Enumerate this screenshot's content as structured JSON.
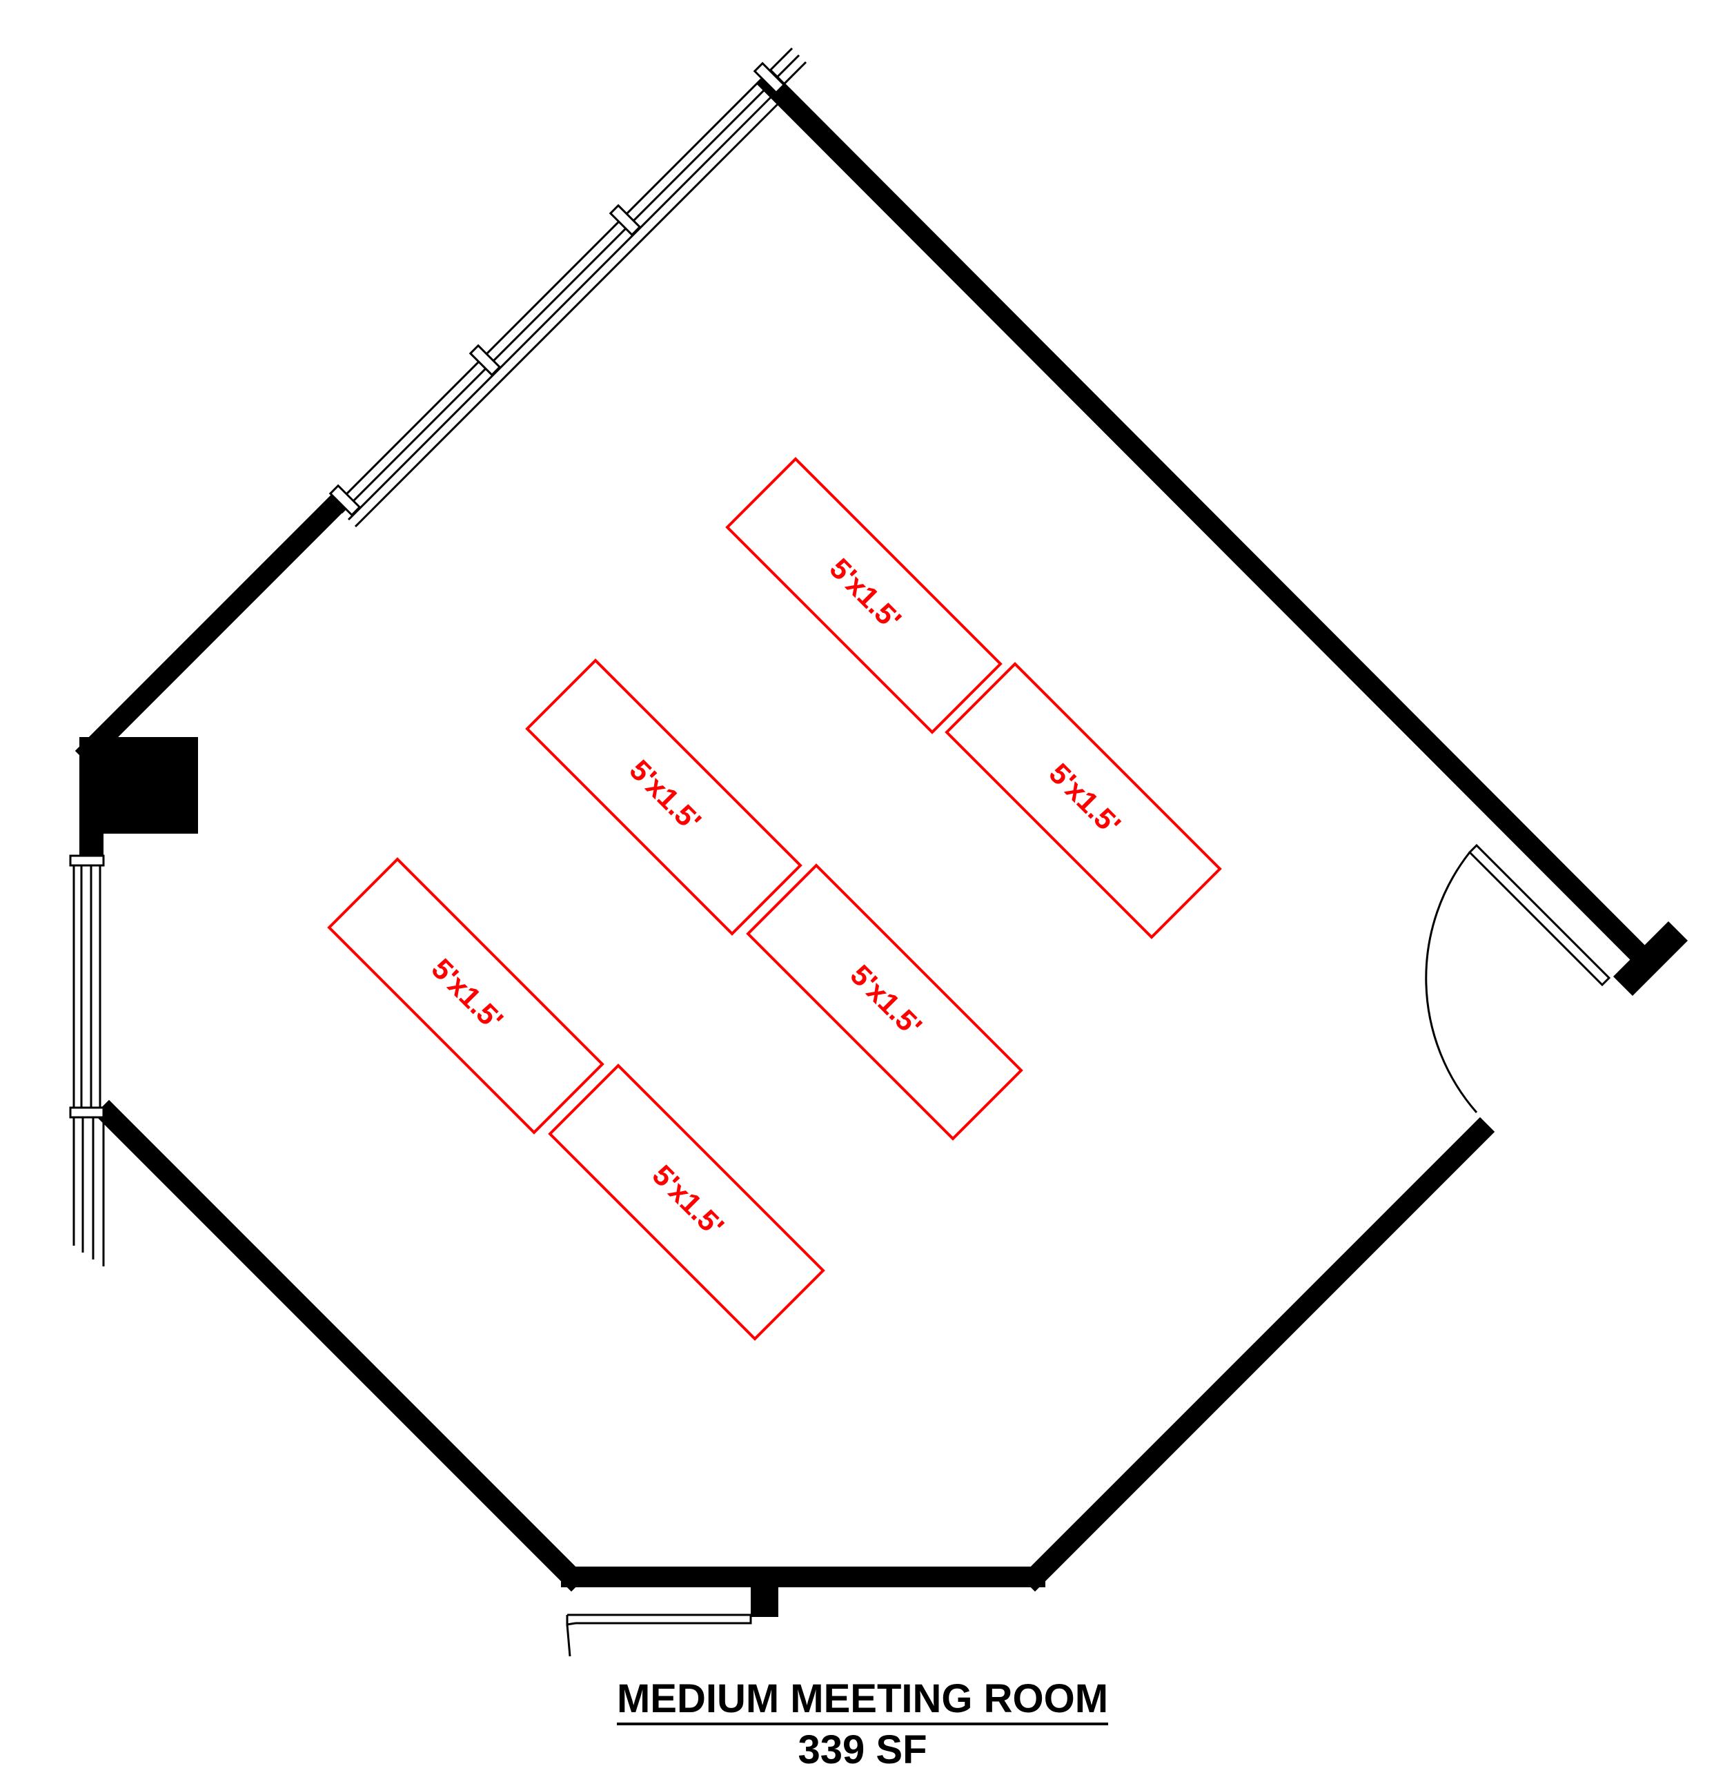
{
  "room": {
    "name": "MEDIUM MEETING ROOM",
    "area": "339 SF"
  },
  "tables": [
    {
      "label": "5'x1.5'"
    },
    {
      "label": "5'x1.5'"
    },
    {
      "label": "5'x1.5'"
    },
    {
      "label": "5'x1.5'"
    },
    {
      "label": "5'x1.5'"
    },
    {
      "label": "5'x1.5'"
    }
  ],
  "colors": {
    "walls": "#000000",
    "tables": "#ff0000",
    "background": "#ffffff"
  }
}
